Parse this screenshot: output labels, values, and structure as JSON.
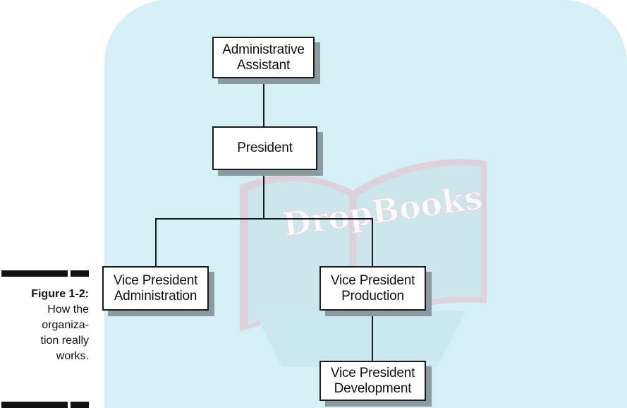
{
  "diagram": {
    "nodes": [
      {
        "id": "admin-assistant",
        "lines": [
          "Administrative",
          "Assistant"
        ]
      },
      {
        "id": "president",
        "lines": [
          "President"
        ]
      },
      {
        "id": "vp-administration",
        "lines": [
          "Vice President",
          "Administration"
        ]
      },
      {
        "id": "vp-production",
        "lines": [
          "Vice President",
          "Production"
        ]
      },
      {
        "id": "vp-development",
        "lines": [
          "Vice President",
          "Development"
        ]
      }
    ],
    "edges": [
      {
        "from": "admin-assistant",
        "to": "president"
      },
      {
        "from": "president",
        "to": "vp-administration"
      },
      {
        "from": "president",
        "to": "vp-production"
      },
      {
        "from": "vp-production",
        "to": "vp-development"
      }
    ]
  },
  "caption": {
    "figure_label": "Figure 1-2:",
    "lines": [
      "How the",
      "organiza-",
      "tion really",
      "works."
    ]
  },
  "watermark": {
    "text": "DropBooks"
  },
  "colors": {
    "background_panel": "#d4eff5",
    "box_border": "#1a1a1a",
    "box_shadow": "#8a9aa0",
    "connector": "#1a1a1a"
  }
}
